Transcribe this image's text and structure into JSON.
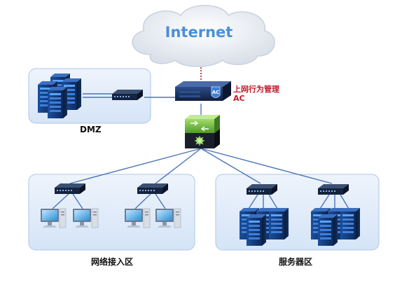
{
  "internet": {
    "label": "Internet"
  },
  "gateway": {
    "label_line1": "上网行为管理",
    "label_line2": "AC",
    "badge": "AC"
  },
  "zones": {
    "dmz": {
      "label": "DMZ"
    },
    "access": {
      "label": "网络接入区"
    },
    "server": {
      "label": "服务器区"
    }
  },
  "colors": {
    "cloud": "#e6ecf4",
    "zone_fill": "#dde9f9",
    "zone_border": "#aec6e6",
    "link": "#4b74b8",
    "internet_link": "#c0192a",
    "ac_label": "#c0192a",
    "core_switch": "#79c24a"
  },
  "icons": {
    "cloud": "cloud-icon",
    "gateway": "ac-gateway-icon",
    "core_switch": "core-switch-icon",
    "switch": "switch-icon",
    "server": "server-rack-icon",
    "workstation": "workstation-icon"
  }
}
